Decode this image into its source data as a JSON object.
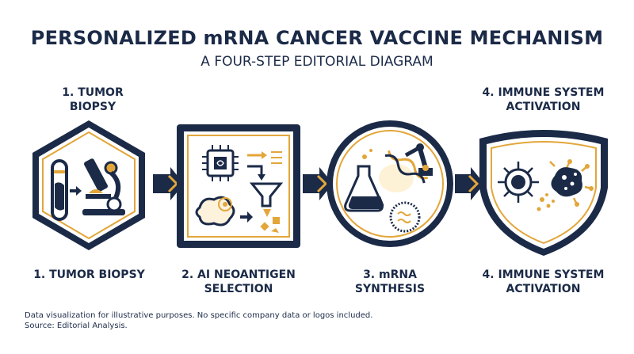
{
  "title": "PERSONALIZED mRNA CANCER VACCINE MECHANISM",
  "subtitle": "A FOUR-STEP EDITORIAL DIAGRAM",
  "steps": [
    {
      "top_label": "1. TUMOR BIOPSY",
      "bottom_label": "1. TUMOR BIOPSY",
      "icon": "microscope-test-tube"
    },
    {
      "top_label": "",
      "bottom_label": "2. AI NEOANTIGEN SELECTION",
      "icon": "ai-chip-funnel"
    },
    {
      "top_label": "",
      "bottom_label": "3. mRNA SYNTHESIS",
      "icon": "flask-dna-robot-arm"
    },
    {
      "top_label": "4. IMMUNE SYSTEM ACTIVATION",
      "bottom_label": "4. IMMUNE SYSTEM ACTIVATION",
      "icon": "immune-cell-shield"
    }
  ],
  "footer": {
    "line1": "Data visualization for illustrative purposes. No specific company data or logos included.",
    "line2": "Source: Editorial Analysis."
  },
  "colors": {
    "navy": "#1b2a47",
    "gold": "#e3a63a",
    "white": "#ffffff"
  }
}
